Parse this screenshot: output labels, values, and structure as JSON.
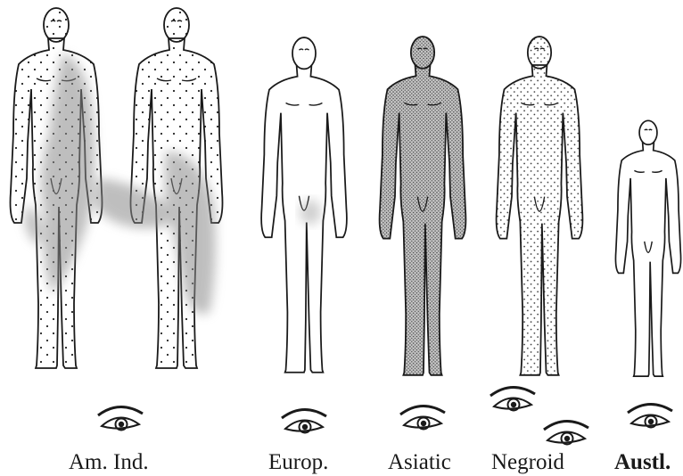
{
  "labels": {
    "american_indian": "Am. Ind.",
    "european": "Europ.",
    "asiatic": "Asiatic",
    "negroid": "Negroid",
    "australian": "Austl."
  },
  "figures": [
    {
      "group": "american_indian",
      "shading": "sparse-dots",
      "stain": true
    },
    {
      "group": "american_indian",
      "shading": "sparse-dots",
      "stain": true
    },
    {
      "group": "european",
      "shading": "none",
      "stain": false
    },
    {
      "group": "asiatic",
      "shading": "dense-dots",
      "stain": false
    },
    {
      "group": "negroid",
      "shading": "medium-dots",
      "stain": false
    },
    {
      "group": "australian",
      "shading": "none",
      "stain": false
    }
  ],
  "colors": {
    "ink": "#1a1a1a",
    "stain": "#8a8a8a",
    "paper": "#ffffff"
  }
}
